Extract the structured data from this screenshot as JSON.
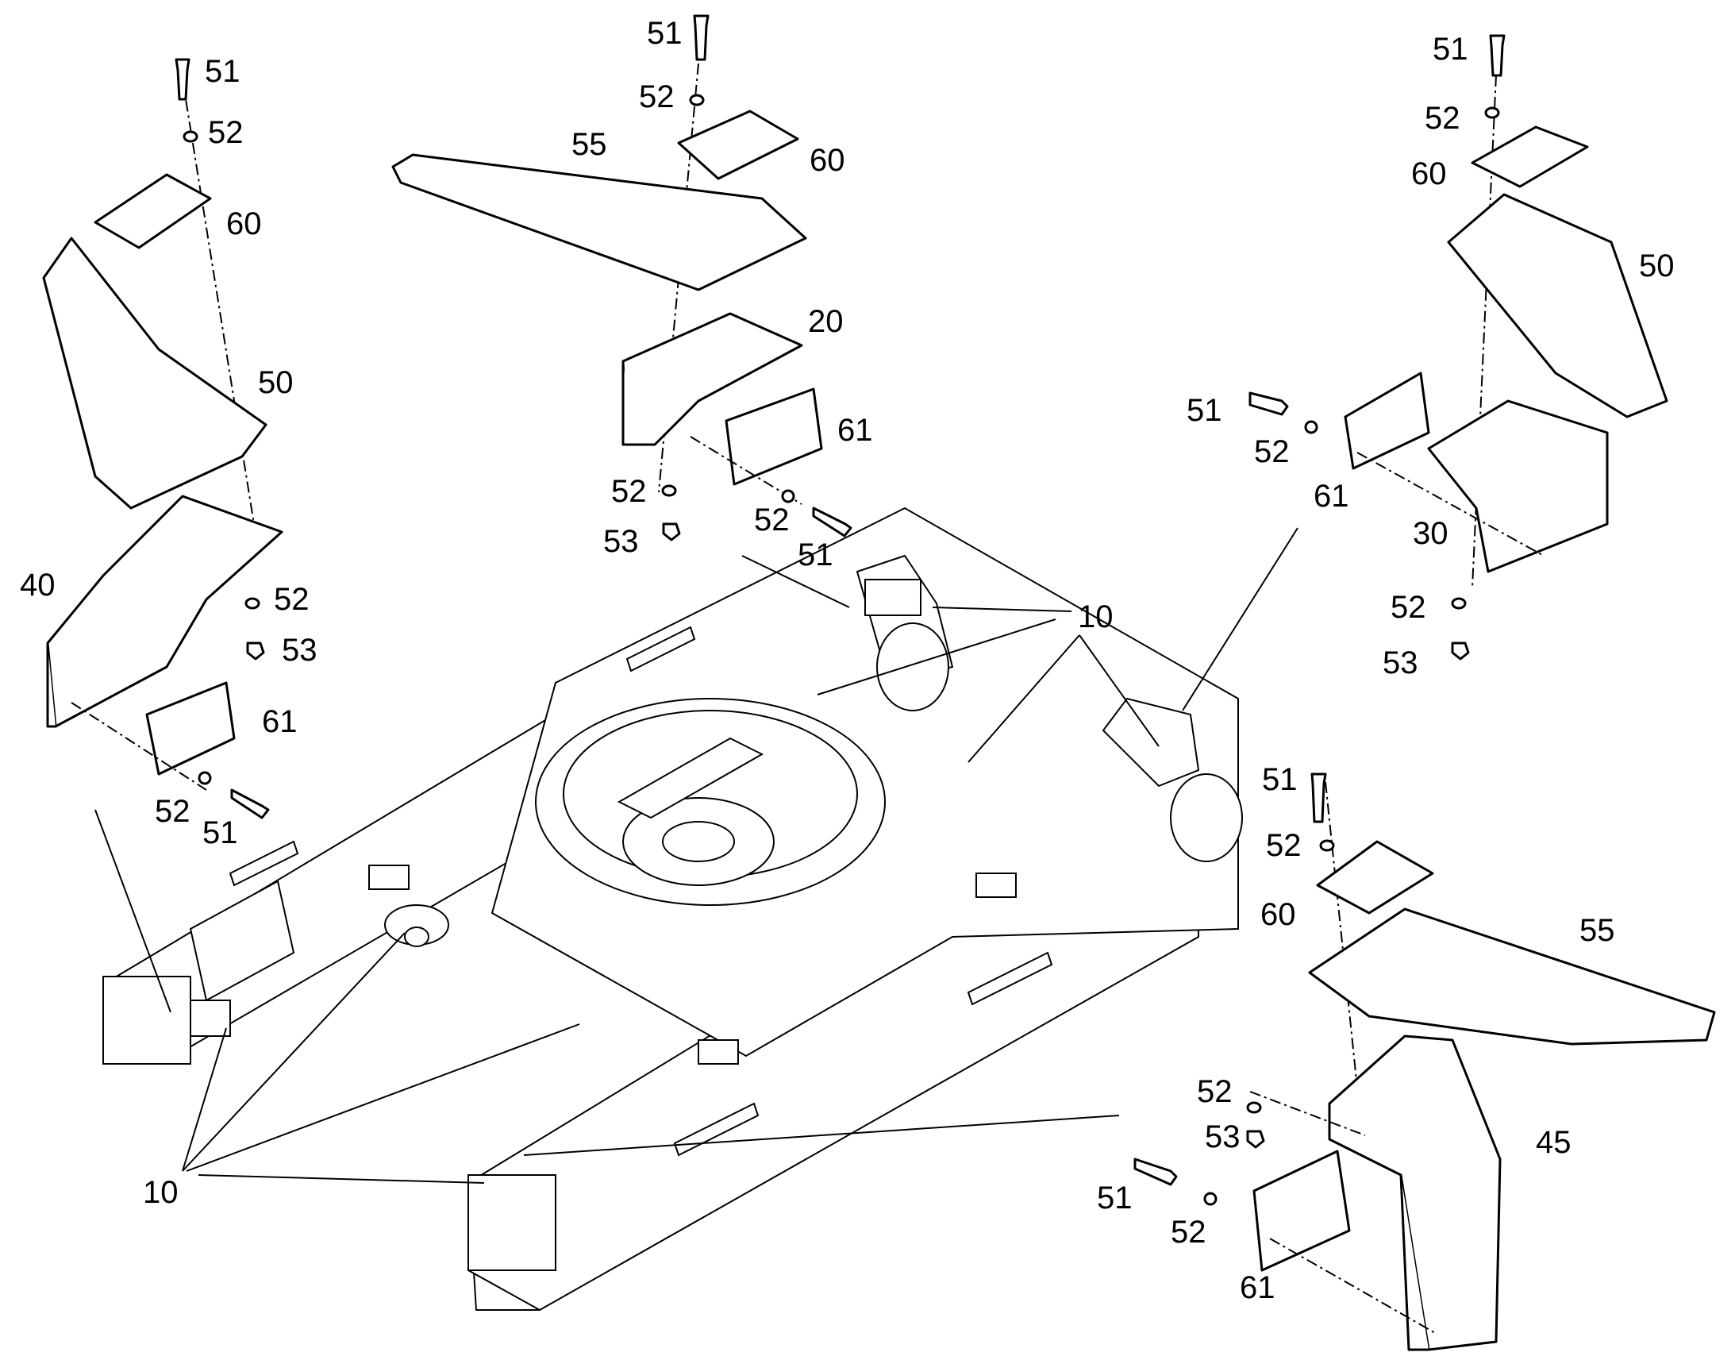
{
  "diagram": {
    "colors": {
      "line": "#000000",
      "background": "#ffffff"
    },
    "labels": [
      {
        "id": "tl-51",
        "text": "51"
      },
      {
        "id": "tl-52a",
        "text": "52"
      },
      {
        "id": "tl-60",
        "text": "60"
      },
      {
        "id": "tl-50",
        "text": "50"
      },
      {
        "id": "tl-40",
        "text": "40"
      },
      {
        "id": "tl-52b",
        "text": "52"
      },
      {
        "id": "tl-53",
        "text": "53"
      },
      {
        "id": "tl-61",
        "text": "61"
      },
      {
        "id": "tl-52c",
        "text": "52"
      },
      {
        "id": "tl-51b",
        "text": "51"
      },
      {
        "id": "tc-51",
        "text": "51"
      },
      {
        "id": "tc-52",
        "text": "52"
      },
      {
        "id": "tc-55",
        "text": "55"
      },
      {
        "id": "tc-60",
        "text": "60"
      },
      {
        "id": "tc-20",
        "text": "20"
      },
      {
        "id": "tc-61",
        "text": "61"
      },
      {
        "id": "tc-52b",
        "text": "52"
      },
      {
        "id": "tc-53",
        "text": "53"
      },
      {
        "id": "tc-52c",
        "text": "52"
      },
      {
        "id": "tc-51b",
        "text": "51"
      },
      {
        "id": "tr-51",
        "text": "51"
      },
      {
        "id": "tr-52",
        "text": "52"
      },
      {
        "id": "tr-60",
        "text": "60"
      },
      {
        "id": "tr-50",
        "text": "50"
      },
      {
        "id": "tr-51b",
        "text": "51"
      },
      {
        "id": "tr-52b",
        "text": "52"
      },
      {
        "id": "tr-61",
        "text": "61"
      },
      {
        "id": "tr-30",
        "text": "30"
      },
      {
        "id": "tr-52c",
        "text": "52"
      },
      {
        "id": "tr-53",
        "text": "53"
      },
      {
        "id": "c-10a",
        "text": "10"
      },
      {
        "id": "c-10b",
        "text": "10"
      },
      {
        "id": "br-51",
        "text": "51"
      },
      {
        "id": "br-52",
        "text": "52"
      },
      {
        "id": "br-60",
        "text": "60"
      },
      {
        "id": "br-55",
        "text": "55"
      },
      {
        "id": "br-52b",
        "text": "52"
      },
      {
        "id": "br-53",
        "text": "53"
      },
      {
        "id": "br-45",
        "text": "45"
      },
      {
        "id": "br-51b",
        "text": "51"
      },
      {
        "id": "br-52c",
        "text": "52"
      },
      {
        "id": "br-61",
        "text": "61"
      }
    ]
  }
}
